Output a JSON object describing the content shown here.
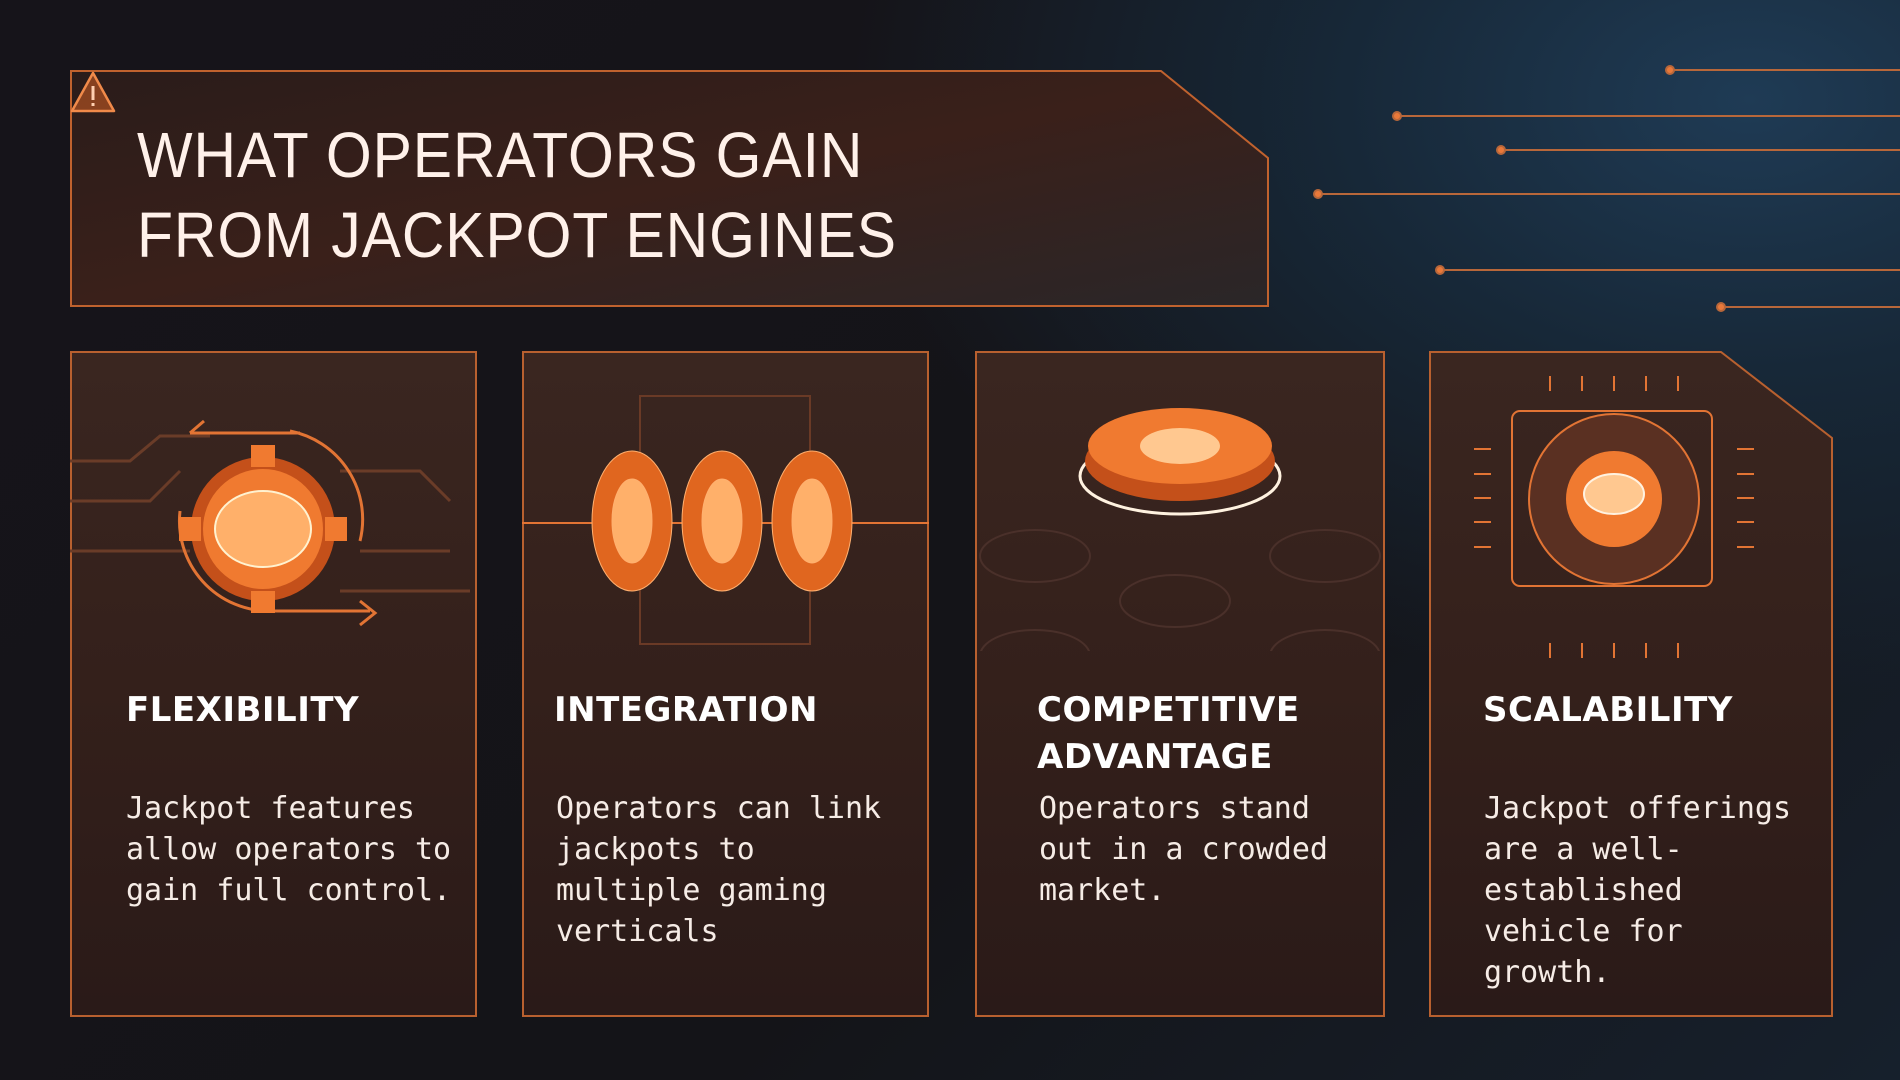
{
  "header": {
    "title": "WHAT OPERATORS GAIN\nFROM JACKPOT ENGINES",
    "icon": "warning-icon"
  },
  "cards": [
    {
      "title": "FLEXIBILITY",
      "body": "Jackpot features allow operators to gain full control.",
      "icon": "rotating-gear-icon"
    },
    {
      "title": "INTEGRATION",
      "body": "Operators can link jackpots to multiple gaming verticals",
      "icon": "linked-gears-icon"
    },
    {
      "title": "COMPETITIVE ADVANTAGE",
      "body": "Operators stand out in a crowded market.",
      "icon": "elevated-gear-icon"
    },
    {
      "title": "SCALABILITY",
      "body": "Jackpot offerings are a well-established vehicle for growth.",
      "icon": "framed-gear-icon"
    }
  ],
  "colors": {
    "accent": "#e9793a",
    "card_bg": "#2d201d",
    "text": "#fff4ee"
  }
}
